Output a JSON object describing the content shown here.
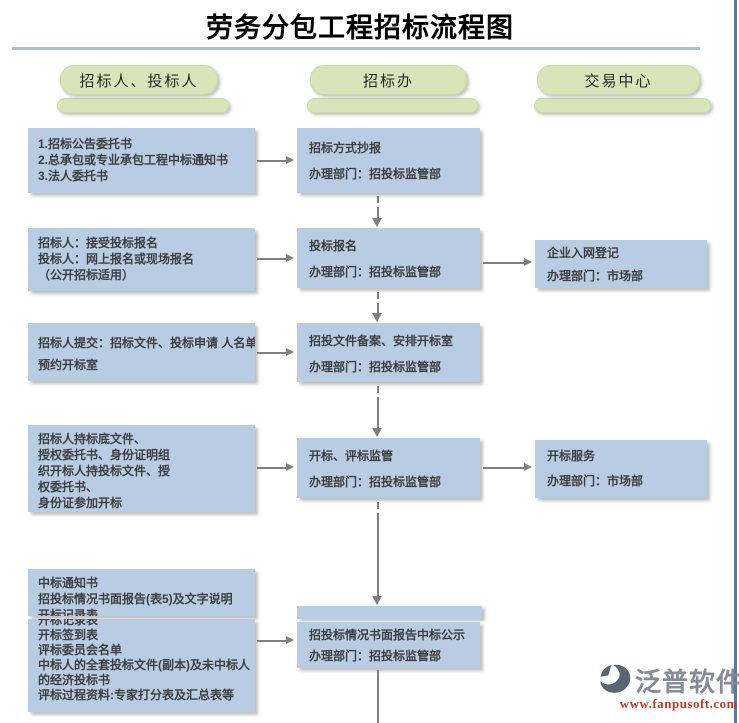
{
  "title": "劳务分包工程招标流程图",
  "headers": {
    "col1": "招标人、投标人",
    "col2": "招标办",
    "col3": "交易中心"
  },
  "left": {
    "box1": {
      "lines": [
        "1.招标公告委托书",
        "2.总承包或专业承包工程中标通知书",
        "3.法人委托书"
      ]
    },
    "box2": {
      "lines": [
        "招标人：接受投标报名",
        "投标人：网上报名或现场报名",
        "（公开招标适用）"
      ]
    },
    "box3": {
      "lines": [
        "招标人提交：招标文件、投标申请 人名单",
        "预约开标室"
      ]
    },
    "box4": {
      "lines": [
        "招标人持标底文件、",
        "授权委托书、身份证明组",
        "织开标人持投标文件、授",
        "权委托书、",
        "身份证参加开标"
      ]
    },
    "box5a": {
      "lines": [
        "中标通知书",
        "招投标情况书面报告(表5)及文字说明",
        "开标记录表"
      ]
    },
    "box5b": {
      "lines": [
        "开标记录表",
        "开标签到表",
        "评标委员会名单",
        "中标人的全套投标文件(副本)及未中标人",
        "的经济投标书",
        "评标过程资料:专家打分表及汇总表等"
      ]
    }
  },
  "middle": {
    "box1": {
      "lines": [
        "招标方式抄报",
        "办理部门：招投标监管部"
      ]
    },
    "box2": {
      "lines": [
        "投标报名",
        "办理部门：招投标监管部"
      ]
    },
    "box3": {
      "lines": [
        "招投文件备案、安排开标室",
        "办理部门：招投标监管部"
      ]
    },
    "box4": {
      "lines": [
        "开标、评标监管",
        "办理部门：招投标监管部"
      ]
    },
    "box5": {
      "lines": [
        "招投标情况书面报告中标公示",
        "办理部门：招投标监管部"
      ]
    }
  },
  "right": {
    "box1": {
      "lines": [
        "企业入网登记",
        "办理部门：市场部"
      ]
    },
    "box2": {
      "lines": [
        "开标服务",
        "办理部门：市场部"
      ]
    }
  },
  "logo": {
    "name": "泛普软件",
    "url": "www.fanpusoft.com"
  },
  "colors": {
    "box_fill": "#b8cce4",
    "pill_fill": "#d8e5b8",
    "title_rule": "#a9c0d8",
    "frame_border": "#4a7ebc",
    "arrow": "#7f7f7f",
    "box_text": "#404040",
    "logo_text": "#848c97",
    "logo_url": "#c0392b"
  }
}
